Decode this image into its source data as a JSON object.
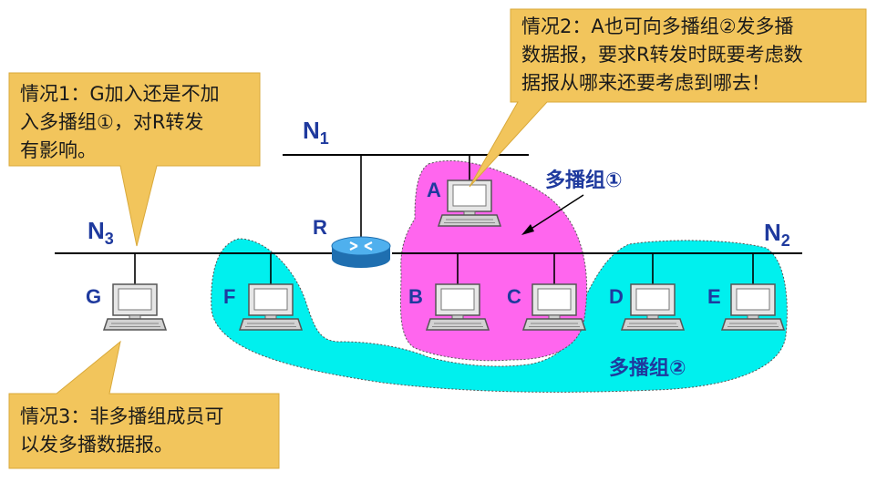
{
  "callouts": {
    "case1": "情况1：G加入还是不加\n入多播组①，对R转发\n有影响。",
    "case2": "情况2：A也可向多播组②发多播\n数据报，要求R转发时既要考虑数\n据报从哪来还要考虑到哪去！",
    "case3": "情况3：非多播组成员可\n以发多播数据报。"
  },
  "networks": {
    "n1": {
      "name": "N",
      "sub": "1"
    },
    "n2": {
      "name": "N",
      "sub": "2"
    },
    "n3": {
      "name": "N",
      "sub": "3"
    }
  },
  "router": {
    "label": "R"
  },
  "hosts": {
    "a": "A",
    "b": "B",
    "c": "C",
    "d": "D",
    "e": "E",
    "f": "F",
    "g": "G"
  },
  "groups": {
    "group1": "多播组①",
    "group2": "多播组②"
  },
  "colors": {
    "callout_fill": "#f2c55c",
    "group1_fill": "#ff66ee",
    "group2_fill": "#00f0ee",
    "label_blue": "#1f3a9e",
    "router_blue": "#2b8fd6"
  }
}
